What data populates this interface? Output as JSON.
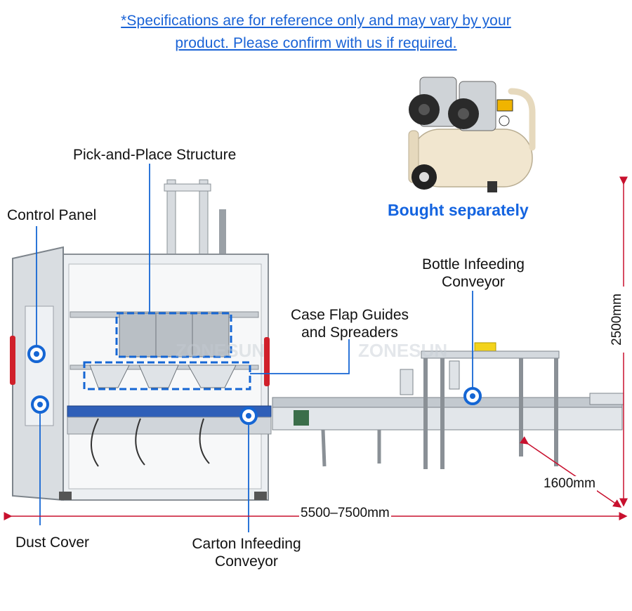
{
  "notice": {
    "line1": "*Specifications are for reference only and may vary by your",
    "line2": "product. Please confirm with us if required."
  },
  "compressor": {
    "note": "Bought separately"
  },
  "watermark": "ZONESUN",
  "labels": {
    "pick_and_place": "Pick-and-Place Structure",
    "control_panel": "Control Panel",
    "case_flap_line1": "Case Flap Guides",
    "case_flap_line2": "and Spreaders",
    "bottle_infeed_line1": "Bottle Infeeding",
    "bottle_infeed_line2": "Conveyor",
    "dust_cover": "Dust Cover",
    "carton_infeed_line1": "Carton Infeeding",
    "carton_infeed_line2": "Conveyor"
  },
  "dimensions": {
    "height": "2500mm",
    "width": "1600mm",
    "length": "5500–7500mm"
  },
  "colors": {
    "notice_blue": "#1a63d6",
    "marker_blue": "#1566d4",
    "dimension_red": "#c8102e",
    "frame_grey": "#c9ced3",
    "compressor_cream": "#f1e6cf"
  }
}
